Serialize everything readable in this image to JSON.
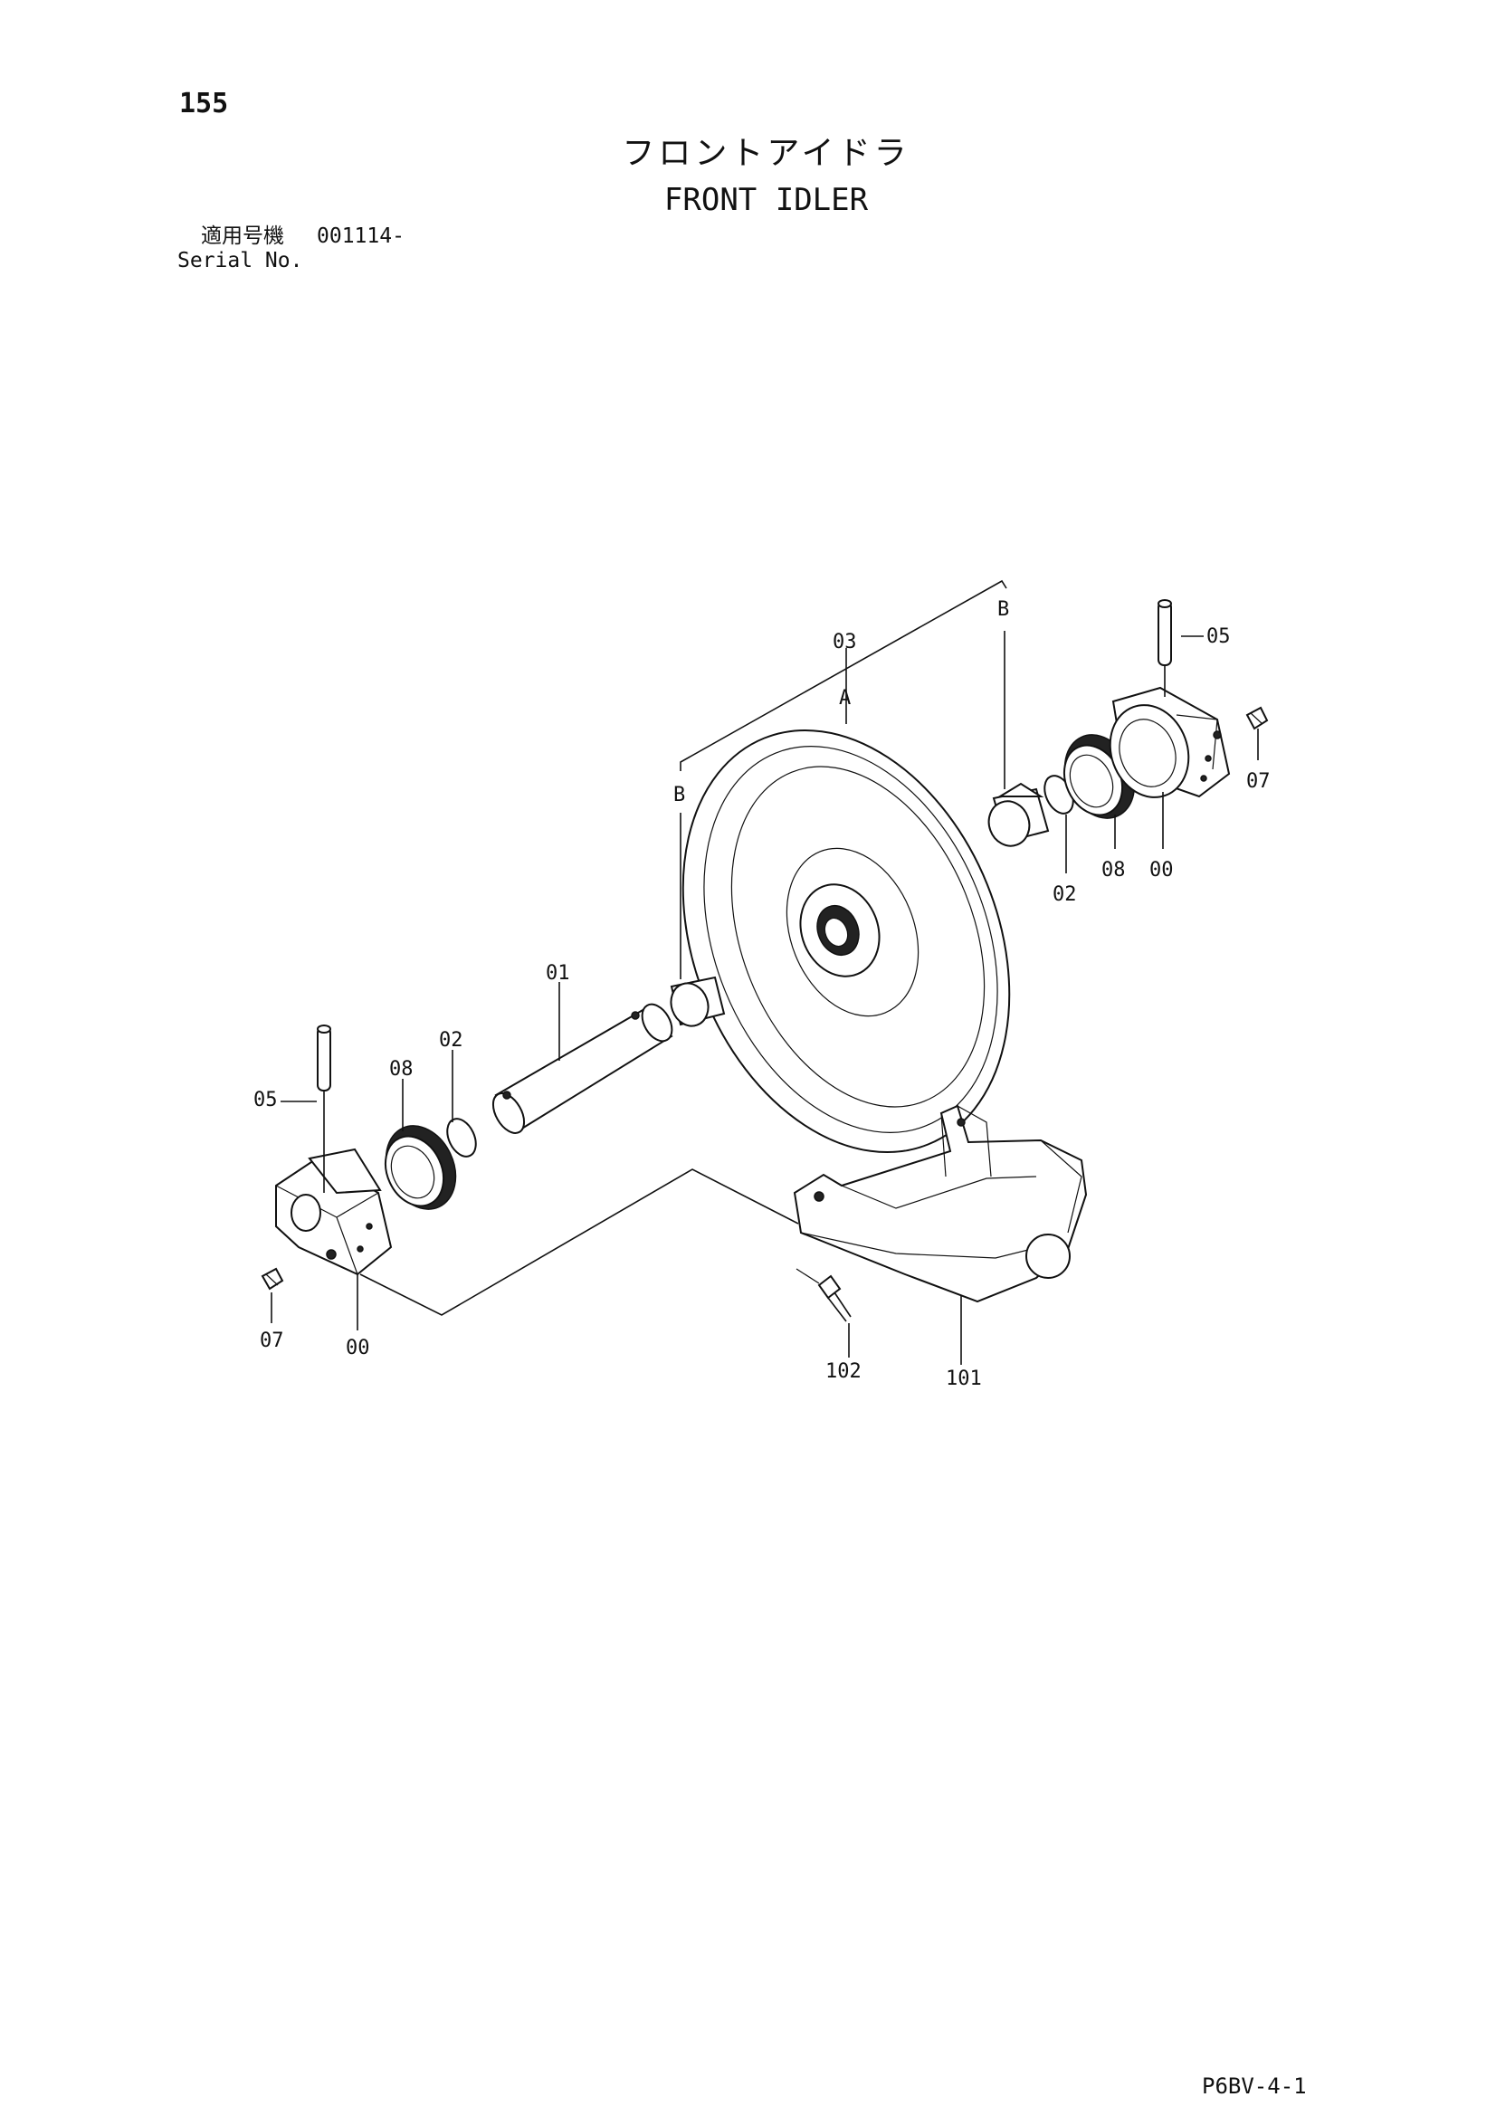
{
  "header": {
    "page_number": "155",
    "title_jp": "フロントアイドラ",
    "title_en": "FRONT IDLER",
    "serial_label_jp": "適用号機",
    "serial_value": "001114-",
    "serial_label_en": "Serial No."
  },
  "footer": {
    "drawing_code": "P6BV-4-1"
  },
  "callouts": {
    "wheel": "03",
    "wheel_ref": "A",
    "ref_b_left": "B",
    "ref_b_right": "B",
    "shaft": "01",
    "oring_left": "02",
    "oring_right": "02",
    "seal_left": "08",
    "seal_right": "08",
    "pin_left": "05",
    "pin_right": "05",
    "plug_left": "07",
    "plug_right": "07",
    "bracket_left": "00",
    "bracket_right": "00",
    "yoke": "101",
    "bolt": "102"
  }
}
